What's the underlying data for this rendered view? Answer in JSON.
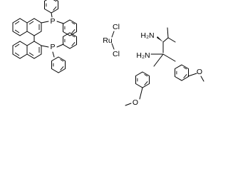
{
  "atoms": {
    "phosphorus": "P",
    "ruthenium": "Ru",
    "chloride": "Cl",
    "amine": "H₂N",
    "methoxy": "O"
  }
}
